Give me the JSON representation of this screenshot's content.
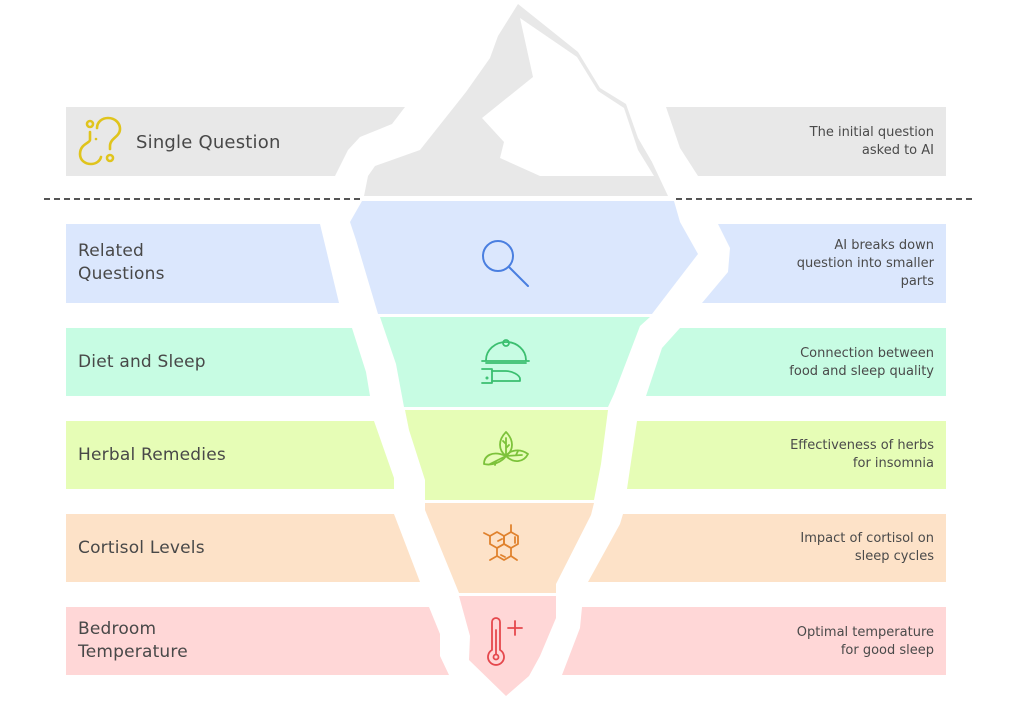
{
  "diagram": {
    "type": "iceberg",
    "waterline": "dashed",
    "colors": {
      "tip_fill": "#e8e8e8",
      "waterline": "#555555",
      "text": "#484848"
    },
    "tip": {
      "label": "Single Question",
      "description": "The initial question asked to AI",
      "description_lines": [
        "The initial question",
        "asked to AI"
      ],
      "icon": "question-marks-icon",
      "icon_color": "#e0c41c",
      "fill": "#e8e8e8"
    },
    "layers": [
      {
        "label": "Related Questions",
        "label_lines": [
          "Related",
          "Questions"
        ],
        "description_lines": [
          "AI breaks down",
          "question into smaller",
          "parts"
        ],
        "icon": "magnifier-icon",
        "fill": "#dbe7fd",
        "icon_color": "#4a7fe0"
      },
      {
        "label": "Diet and Sleep",
        "label_lines": [
          "Diet and Sleep"
        ],
        "description_lines": [
          "Connection between",
          "food and sleep quality"
        ],
        "icon": "serving-cloche-icon",
        "fill": "#c7fce3",
        "icon_color": "#3bbf70"
      },
      {
        "label": "Herbal Remedies",
        "label_lines": [
          "Herbal Remedies"
        ],
        "description_lines": [
          "Effectiveness of herbs",
          "for insomnia"
        ],
        "icon": "herb-leaves-icon",
        "fill": "#e6fdb6",
        "icon_color": "#7cc23a"
      },
      {
        "label": "Cortisol Levels",
        "label_lines": [
          "Cortisol Levels"
        ],
        "description_lines": [
          "Impact of cortisol on",
          "sleep cycles"
        ],
        "icon": "molecule-icon",
        "fill": "#fde2c8",
        "icon_color": "#e0822e"
      },
      {
        "label": "Bedroom Temperature",
        "label_lines": [
          "Bedroom",
          "Temperature"
        ],
        "description_lines": [
          "Optimal temperature",
          "for good sleep"
        ],
        "icon": "thermometer-icon",
        "fill": "#ffd7d7",
        "icon_color": "#e5484d"
      }
    ]
  }
}
